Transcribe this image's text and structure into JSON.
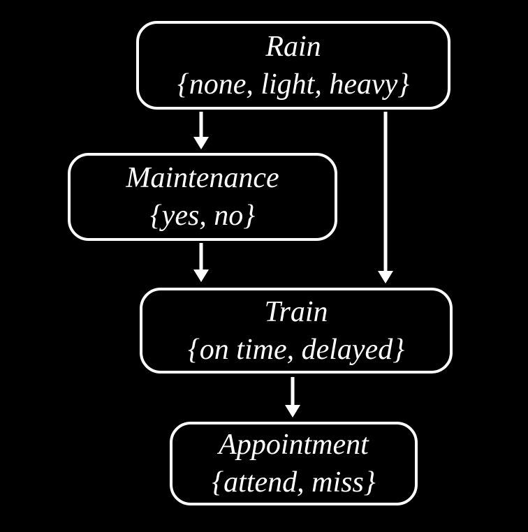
{
  "diagram": {
    "type": "bayesian-network",
    "background_color": "#000000",
    "node_border_color": "#ffffff",
    "text_color": "#ffffff",
    "arrow_color": "#ffffff",
    "nodes": [
      {
        "id": "rain",
        "label": "Rain",
        "domain": "{none, light, heavy}"
      },
      {
        "id": "maintenance",
        "label": "Maintenance",
        "domain": "{yes, no}"
      },
      {
        "id": "train",
        "label": "Train",
        "domain": "{on time, delayed}"
      },
      {
        "id": "appointment",
        "label": "Appointment",
        "domain": "{attend, miss}"
      }
    ],
    "edges": [
      {
        "from": "Rain",
        "to": "Maintenance"
      },
      {
        "from": "Rain",
        "to": "Train"
      },
      {
        "from": "Maintenance",
        "to": "Train"
      },
      {
        "from": "Train",
        "to": "Appointment"
      }
    ]
  }
}
